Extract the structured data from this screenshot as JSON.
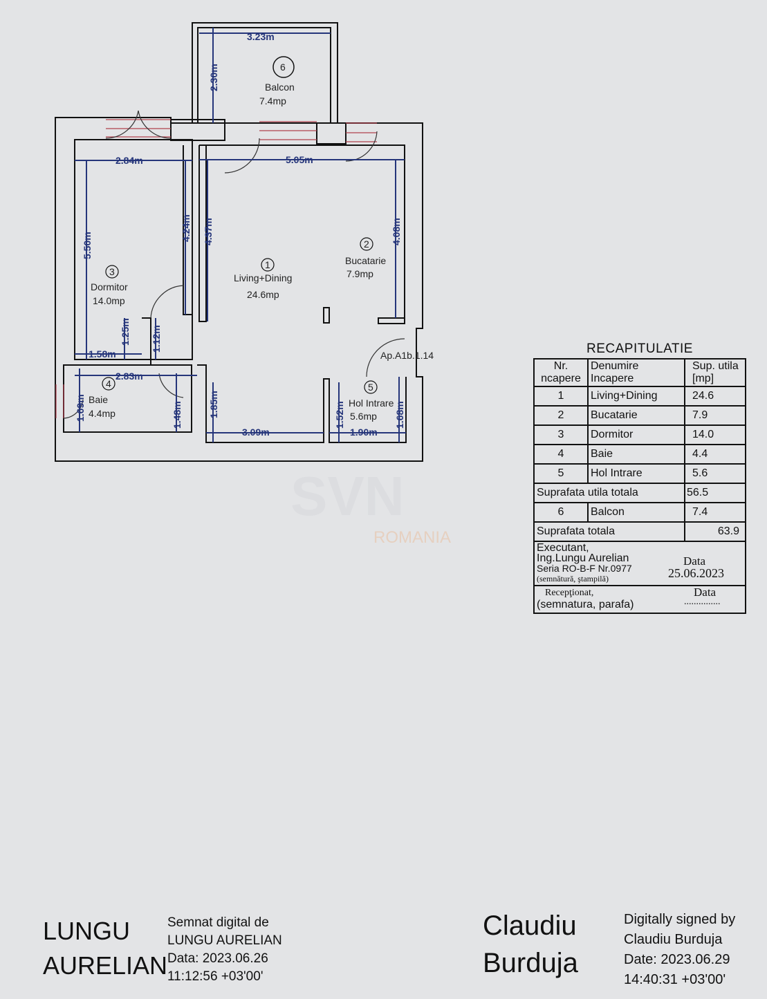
{
  "plan": {
    "rooms": [
      {
        "nr": "1",
        "name": "Living+Dining",
        "area": "24.6mp"
      },
      {
        "nr": "2",
        "name": "Bucatarie",
        "area": "7.9mp"
      },
      {
        "nr": "3",
        "name": "Dormitor",
        "area": "14.0mp"
      },
      {
        "nr": "4",
        "name": "Baie",
        "area": "4.4mp"
      },
      {
        "nr": "5",
        "name": "Hol Intrare",
        "area": "5.6mp"
      },
      {
        "nr": "6",
        "name": "Balcon",
        "area": "7.4mp"
      }
    ],
    "apartment_id": "Ap.A1b.1.14",
    "dimensions": {
      "balcon_width": "3.23m",
      "balcon_depth": "2.30m",
      "dormitor_width": "2.84m",
      "dormitor_length": "5.50m",
      "wall_424": "4.24m",
      "living_437": "4.37m",
      "living_width": "5.05m",
      "bucatarie_408": "4.08m",
      "d_125": "1.25m",
      "d_112": "1.12m",
      "d_158": "1.58m",
      "baie_width": "2.83m",
      "baie_169": "1.69m",
      "baie_148": "1.48m",
      "living_185": "1.85m",
      "living_309": "3.09m",
      "hol_152": "1.52m",
      "hol_190": "1.90m",
      "hol_168": "1.68m"
    }
  },
  "watermark": {
    "brand": "SVN",
    "sub": "ROMANIA"
  },
  "recap": {
    "title": "RECAPITULATIE",
    "headers": {
      "nr": "Nr. ncapere",
      "name": "Denumire Incapere",
      "area": "Sup. utila [mp]"
    },
    "rows": [
      {
        "nr": "1",
        "name": "Living+Dining",
        "area": "24.6"
      },
      {
        "nr": "2",
        "name": "Bucatarie",
        "area": "7.9"
      },
      {
        "nr": "3",
        "name": "Dormitor",
        "area": "14.0"
      },
      {
        "nr": "4",
        "name": "Baie",
        "area": "4.4"
      },
      {
        "nr": "5",
        "name": "Hol Intrare",
        "area": "5.6"
      }
    ],
    "subtotal_label": "Suprafata utila totala",
    "subtotal": "56.5",
    "balcon_row": {
      "nr": "6",
      "name": "Balcon",
      "area": "7.4"
    },
    "total_label": "Suprafata totala",
    "total": "63.9",
    "executant": "Executant,",
    "engineer": "Ing.Lungu Aurelian",
    "serie": "Seria RO-B-F  Nr.0977",
    "sign_note": "(semnătură, ştampilă)",
    "data_label": "Data",
    "data_value": "25.06.2023",
    "receptionat": "Recepţionat,",
    "receptionat_note": "(semnatura, parafa)",
    "data_label2": "Data",
    "data_blank": "..............."
  },
  "signatures": {
    "left": {
      "name1": "LUNGU",
      "name2": "AURELIAN",
      "line1": "Semnat digital de",
      "line2": "LUNGU AURELIAN",
      "line3": "Data: 2023.06.26",
      "line4": "11:12:56 +03'00'"
    },
    "right": {
      "name1": "Claudiu",
      "name2": "Burduja",
      "line1": "Digitally signed by",
      "line2": "Claudiu Burduja",
      "line3": "Date: 2023.06.29",
      "line4": "14:40:31 +03'00'"
    }
  }
}
